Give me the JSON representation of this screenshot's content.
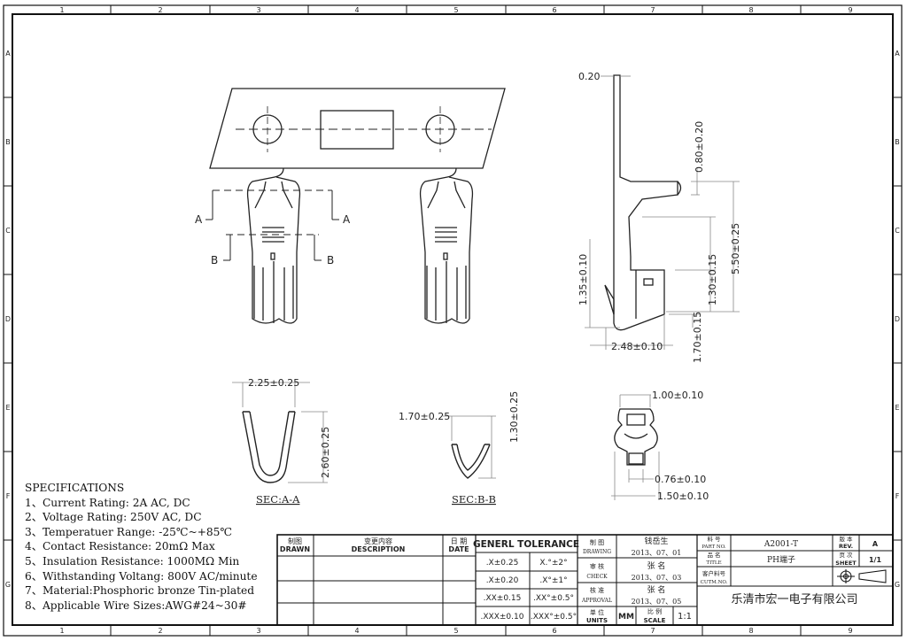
{
  "grid": {
    "columns": [
      "1",
      "2",
      "3",
      "4",
      "5",
      "6",
      "7",
      "8",
      "9"
    ],
    "rows": [
      "A",
      "B",
      "C",
      "D",
      "E",
      "F",
      "G"
    ]
  },
  "specifications": {
    "heading": "SPECIFICATIONS",
    "items": [
      "1、Current Rating: 2A AC, DC",
      "2、Voltage Rating: 250V AC, DC",
      "3、Temperatuer Range: -25℃~+85℃",
      "4、Contact Resistance: 20mΩ  Max",
      "5、Insulation Resistance: 1000MΩ Min",
      "6、Withstanding Voltang: 800V AC/minute",
      "7、Material:Phosphoric bronze Tin-plated",
      "8、Applicable Wire Sizes:AWG#24~30#"
    ]
  },
  "section_labels": {
    "sec_aa": "SEC:A-A",
    "sec_bb": "SEC:B-B",
    "a": "A",
    "b": "B"
  },
  "dimensions": {
    "t_020": "0.20",
    "d_080": "0.80±0.20",
    "d_550": "5.50±0.25",
    "d_135": "1.35±0.10",
    "d_130_015": "1.30±0.15",
    "d_170": "1.70±0.15",
    "d_248": "2.48±0.10",
    "d_225": "2.25±0.25",
    "d_260": "2.60±0.25",
    "d_170_025": "1.70±0.25",
    "d_130_025": "1.30±0.25",
    "d_100": "1.00±0.10",
    "d_076": "0.76±0.10",
    "d_150": "1.50±0.10"
  },
  "title_block": {
    "drawn_cn": "制图",
    "drawn_en": "DRAWN",
    "desc_cn": "变更内容",
    "desc_en": "DESCRIPTION",
    "date_cn": "日 期",
    "date_en": "DATE",
    "tolerance_title": "GENERL  TOLERANCE",
    "tol": [
      ".X±0.25",
      "X.°±2°",
      ".X±0.20",
      ".X°±1°",
      ".XX±0.15",
      ".XX°±0.5°",
      ".XXX±0.10",
      ".XXX°±0.5°"
    ],
    "drawing_cn": "制 图",
    "drawing_en": "DRAWING",
    "check_cn": "审 核",
    "check_en": "CHECK",
    "approval_cn": "核 准",
    "approval_en": "APPROVAL",
    "units_cn": "单 位",
    "units_en": "UNITS",
    "drawing_name": "钱岳生",
    "drawing_date": "2013、07、01",
    "check_name": "张 名",
    "check_date": "2013、07、03",
    "approval_name": "张 名",
    "approval_date": "2013、07、05",
    "units": "MM",
    "scale_cn": "比 例",
    "scale_en": "SCALE",
    "scale": "1:1",
    "part_no_cn": "料 号",
    "part_no_en": "PART NO.",
    "part_no": "A2001-T",
    "title_cn": "品 名",
    "title_en": "TITLE",
    "title": "PH端子",
    "cust_cn": "客户料号",
    "cust_en": "CUTM.NO.",
    "rev_cn": "版 本",
    "rev_en": "REV.",
    "rev": "A",
    "sheet_cn": "页 次",
    "sheet_en": "SHEET",
    "sheet": "1/1",
    "company": "乐清市宏一电子有限公司"
  }
}
